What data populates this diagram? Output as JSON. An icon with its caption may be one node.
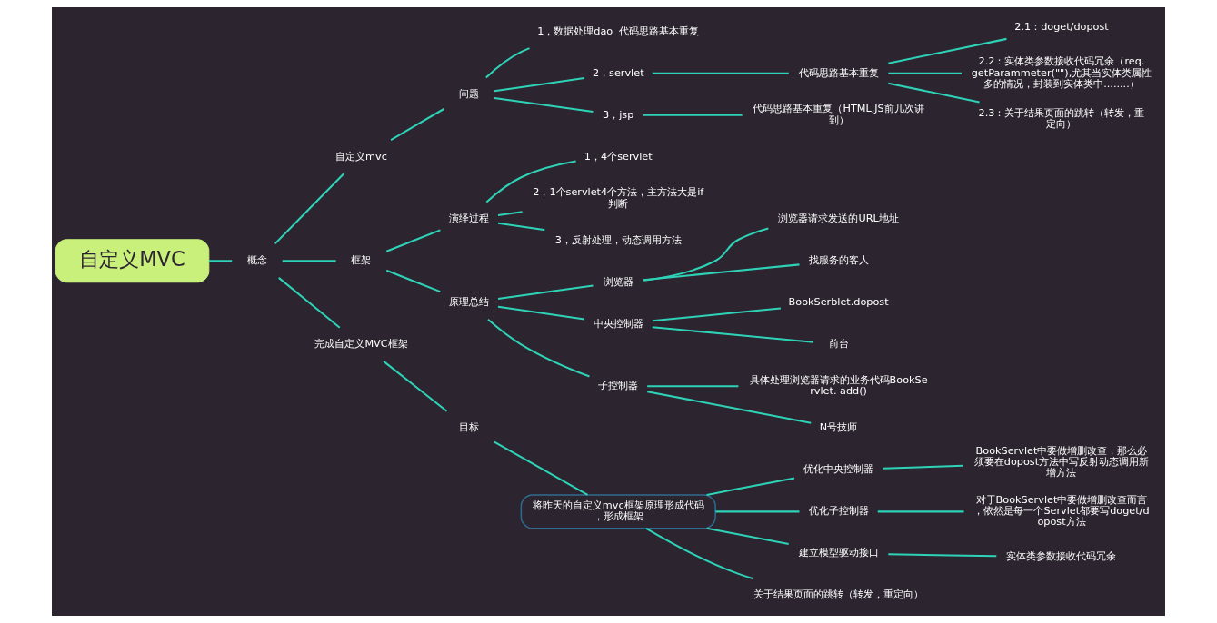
{
  "diagram": {
    "nodes": [
      {
        "text": [
          "自定义MVC"
        ]
      },
      {
        "text": [
          "概念"
        ]
      },
      {
        "text": [
          "自定义mvc"
        ]
      },
      {
        "text": [
          "问题"
        ]
      },
      {
        "text": [
          "1，数据处理dao  代码思路基本重复"
        ]
      },
      {
        "text": [
          "2，servlet"
        ]
      },
      {
        "text": [
          "代码思路基本重复"
        ]
      },
      {
        "text": [
          "2.1：doget/dopost"
        ]
      },
      {
        "text": [
          "2.2：实体类参数接收代码冗余（req. getParammeter(\"\"),尤其当实体类属性多的情况，封装到实体类中........）"
        ]
      },
      {
        "text": [
          "2.3：关于结果页面的跳转（转发，重定向）"
        ]
      },
      {
        "text": [
          "3，jsp"
        ]
      },
      {
        "text": [
          "代码思路基本重复（HTML,JS前几次讲到）"
        ]
      },
      {
        "text": [
          "框架"
        ]
      },
      {
        "text": [
          "演绎过程"
        ]
      },
      {
        "text": [
          "1，4个servlet"
        ]
      },
      {
        "text": [
          "2，1个servlet4个方法，主方法大是if判断"
        ]
      },
      {
        "text": [
          "3，反射处理，动态调用方法"
        ]
      },
      {
        "text": [
          "原理总结"
        ]
      },
      {
        "text": [
          "浏览器"
        ]
      },
      {
        "text": [
          "浏览器请求发送的URL地址"
        ]
      },
      {
        "text": [
          "找服务的客人"
        ]
      },
      {
        "text": [
          "中央控制器"
        ]
      },
      {
        "text": [
          "BookSerblet.dopost"
        ]
      },
      {
        "text": [
          "前台"
        ]
      },
      {
        "text": [
          "子控制器"
        ]
      },
      {
        "text": [
          "具体处理浏览器请求的业务代码BookServlet. add()"
        ]
      },
      {
        "text": [
          "N号技师"
        ]
      },
      {
        "text": [
          "完成自定义MVC框架"
        ]
      },
      {
        "text": [
          "目标"
        ]
      },
      {
        "text": [
          "将昨天的自定义mvc框架原理形成代码，形成框架"
        ]
      },
      {
        "text": [
          "优化中央控制器"
        ]
      },
      {
        "text": [
          "BookServlet中要做增删改查，那么必须要在dopost方法中写反射动态调用新增方法"
        ]
      },
      {
        "text": [
          "优化子控制器"
        ]
      },
      {
        "text": [
          "对于BookServlet中要做增删改查而言，依然是每一个Servlet都要写doget/dopost方法"
        ]
      },
      {
        "text": [
          "建立模型驱动接口"
        ]
      },
      {
        "text": [
          "实体类参数接收代码冗余"
        ]
      },
      {
        "text": [
          "关于结果页面的跳转（转发，重定向）"
        ]
      }
    ],
    "edges": [
      {
        "from": 0,
        "to": 1,
        "arrow": "none"
      },
      {
        "from": 1,
        "to": 2,
        "arrow": "none"
      },
      {
        "from": 1,
        "to": 12,
        "arrow": "none"
      },
      {
        "from": 1,
        "to": 27,
        "arrow": "none"
      },
      {
        "from": 2,
        "to": 3,
        "arrow": "none"
      },
      {
        "from": 3,
        "to": 4,
        "arrow": "none"
      },
      {
        "from": 3,
        "to": 5,
        "arrow": "none"
      },
      {
        "from": 3,
        "to": 10,
        "arrow": "none"
      },
      {
        "from": 5,
        "to": 6,
        "arrow": "none"
      },
      {
        "from": 6,
        "to": 7,
        "arrow": "none"
      },
      {
        "from": 6,
        "to": 8,
        "arrow": "none"
      },
      {
        "from": 6,
        "to": 9,
        "arrow": "none"
      },
      {
        "from": 10,
        "to": 11,
        "arrow": "none"
      },
      {
        "from": 12,
        "to": 13,
        "arrow": "none"
      },
      {
        "from": 12,
        "to": 17,
        "arrow": "none"
      },
      {
        "from": 13,
        "to": 14,
        "arrow": "none"
      },
      {
        "from": 13,
        "to": 15,
        "arrow": "none"
      },
      {
        "from": 13,
        "to": 16,
        "arrow": "none"
      },
      {
        "from": 17,
        "to": 18,
        "arrow": "none"
      },
      {
        "from": 17,
        "to": 21,
        "arrow": "none"
      },
      {
        "from": 17,
        "to": 24,
        "arrow": "none"
      },
      {
        "from": 18,
        "to": 19,
        "arrow": "none"
      },
      {
        "from": 18,
        "to": 20,
        "arrow": "none"
      },
      {
        "from": 21,
        "to": 22,
        "arrow": "none"
      },
      {
        "from": 21,
        "to": 23,
        "arrow": "none"
      },
      {
        "from": 24,
        "to": 25,
        "arrow": "none"
      },
      {
        "from": 24,
        "to": 26,
        "arrow": "none"
      },
      {
        "from": 27,
        "to": 28,
        "arrow": "none"
      },
      {
        "from": 28,
        "to": 29,
        "arrow": "none"
      },
      {
        "from": 29,
        "to": 30,
        "arrow": "none"
      },
      {
        "from": 29,
        "to": 32,
        "arrow": "none"
      },
      {
        "from": 29,
        "to": 34,
        "arrow": "none"
      },
      {
        "from": 29,
        "to": 36,
        "arrow": "none"
      },
      {
        "from": 30,
        "to": 31,
        "arrow": "none"
      },
      {
        "from": 32,
        "to": 33,
        "arrow": "none"
      },
      {
        "from": 34,
        "to": 35,
        "arrow": "none"
      }
    ]
  }
}
